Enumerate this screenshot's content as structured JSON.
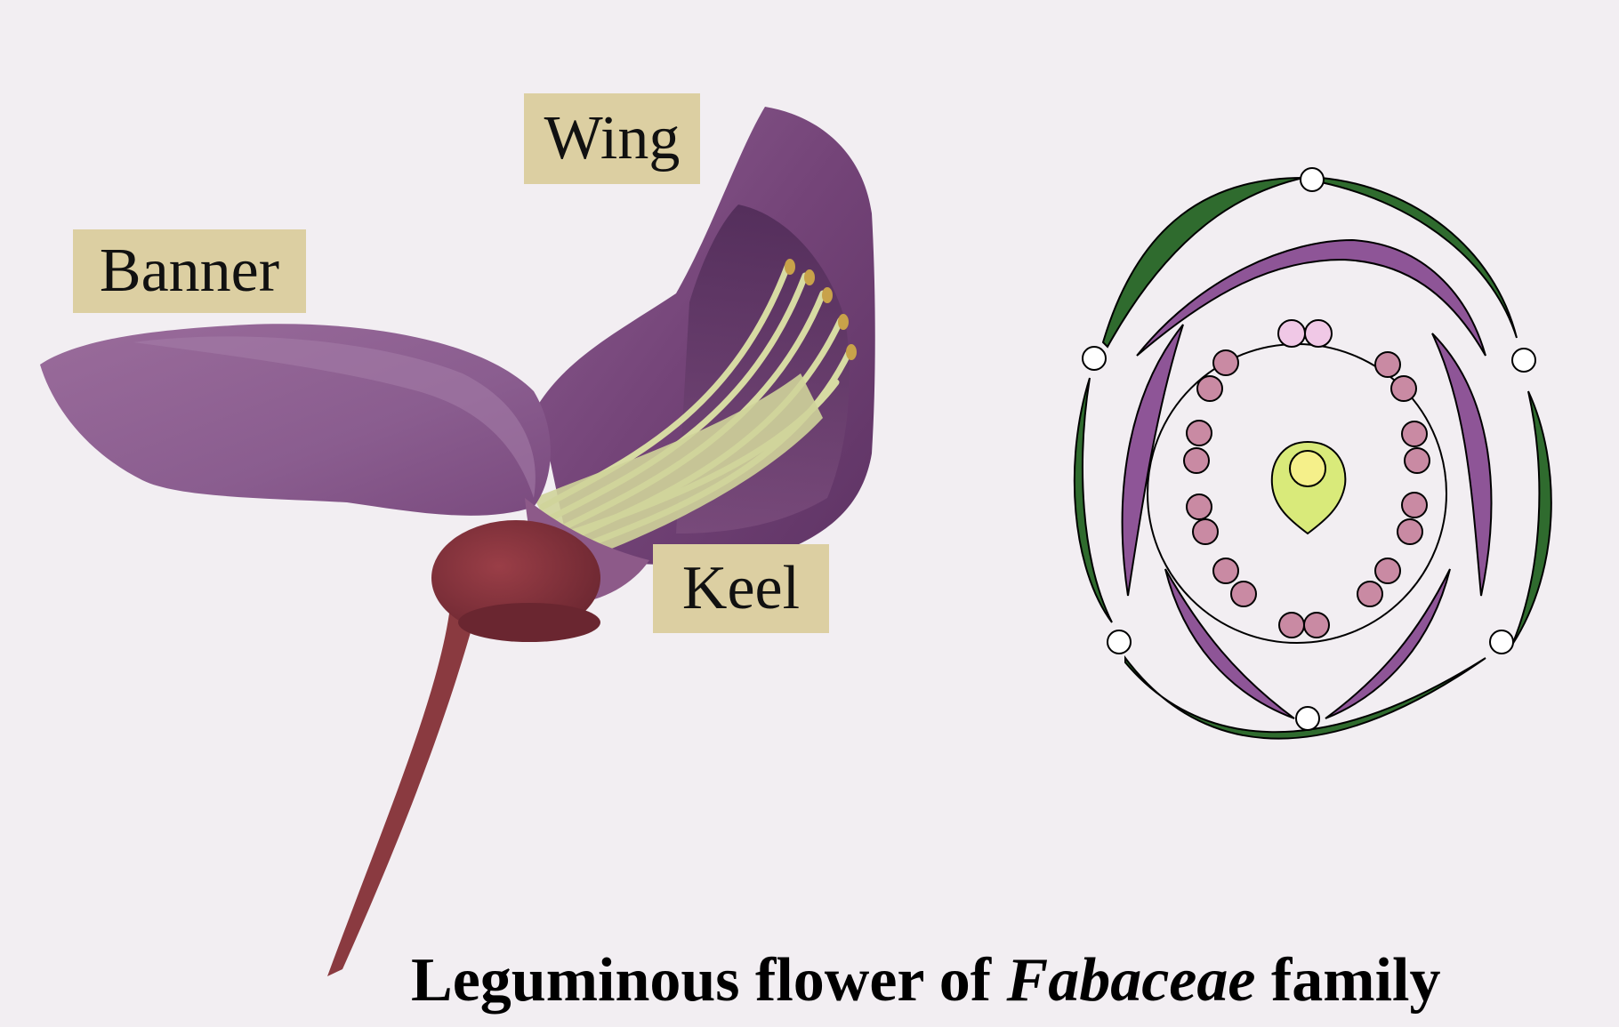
{
  "labels": {
    "banner": "Banner",
    "wing": "Wing",
    "keel": "Keel"
  },
  "caption": {
    "lead": "Leguminous flower of ",
    "genus": "Fabaceae",
    "tail": " family"
  },
  "colors": {
    "background": "#f2eef2",
    "label_bg": "#dccfa2",
    "petal_purple": "#8a5a8c",
    "petal_dark": "#6e3f72",
    "calyx": "#7e3038",
    "stem": "#8a3a40",
    "stamen": "#d7dba3",
    "sepal_green": "#2f6b2e",
    "petal_diagram": "#8e5597",
    "anther_pink": "#c98aa3",
    "anther_light": "#f0c8e6",
    "ovary_green": "#d9ea7a",
    "ovule_yellow": "#f5f08a"
  }
}
